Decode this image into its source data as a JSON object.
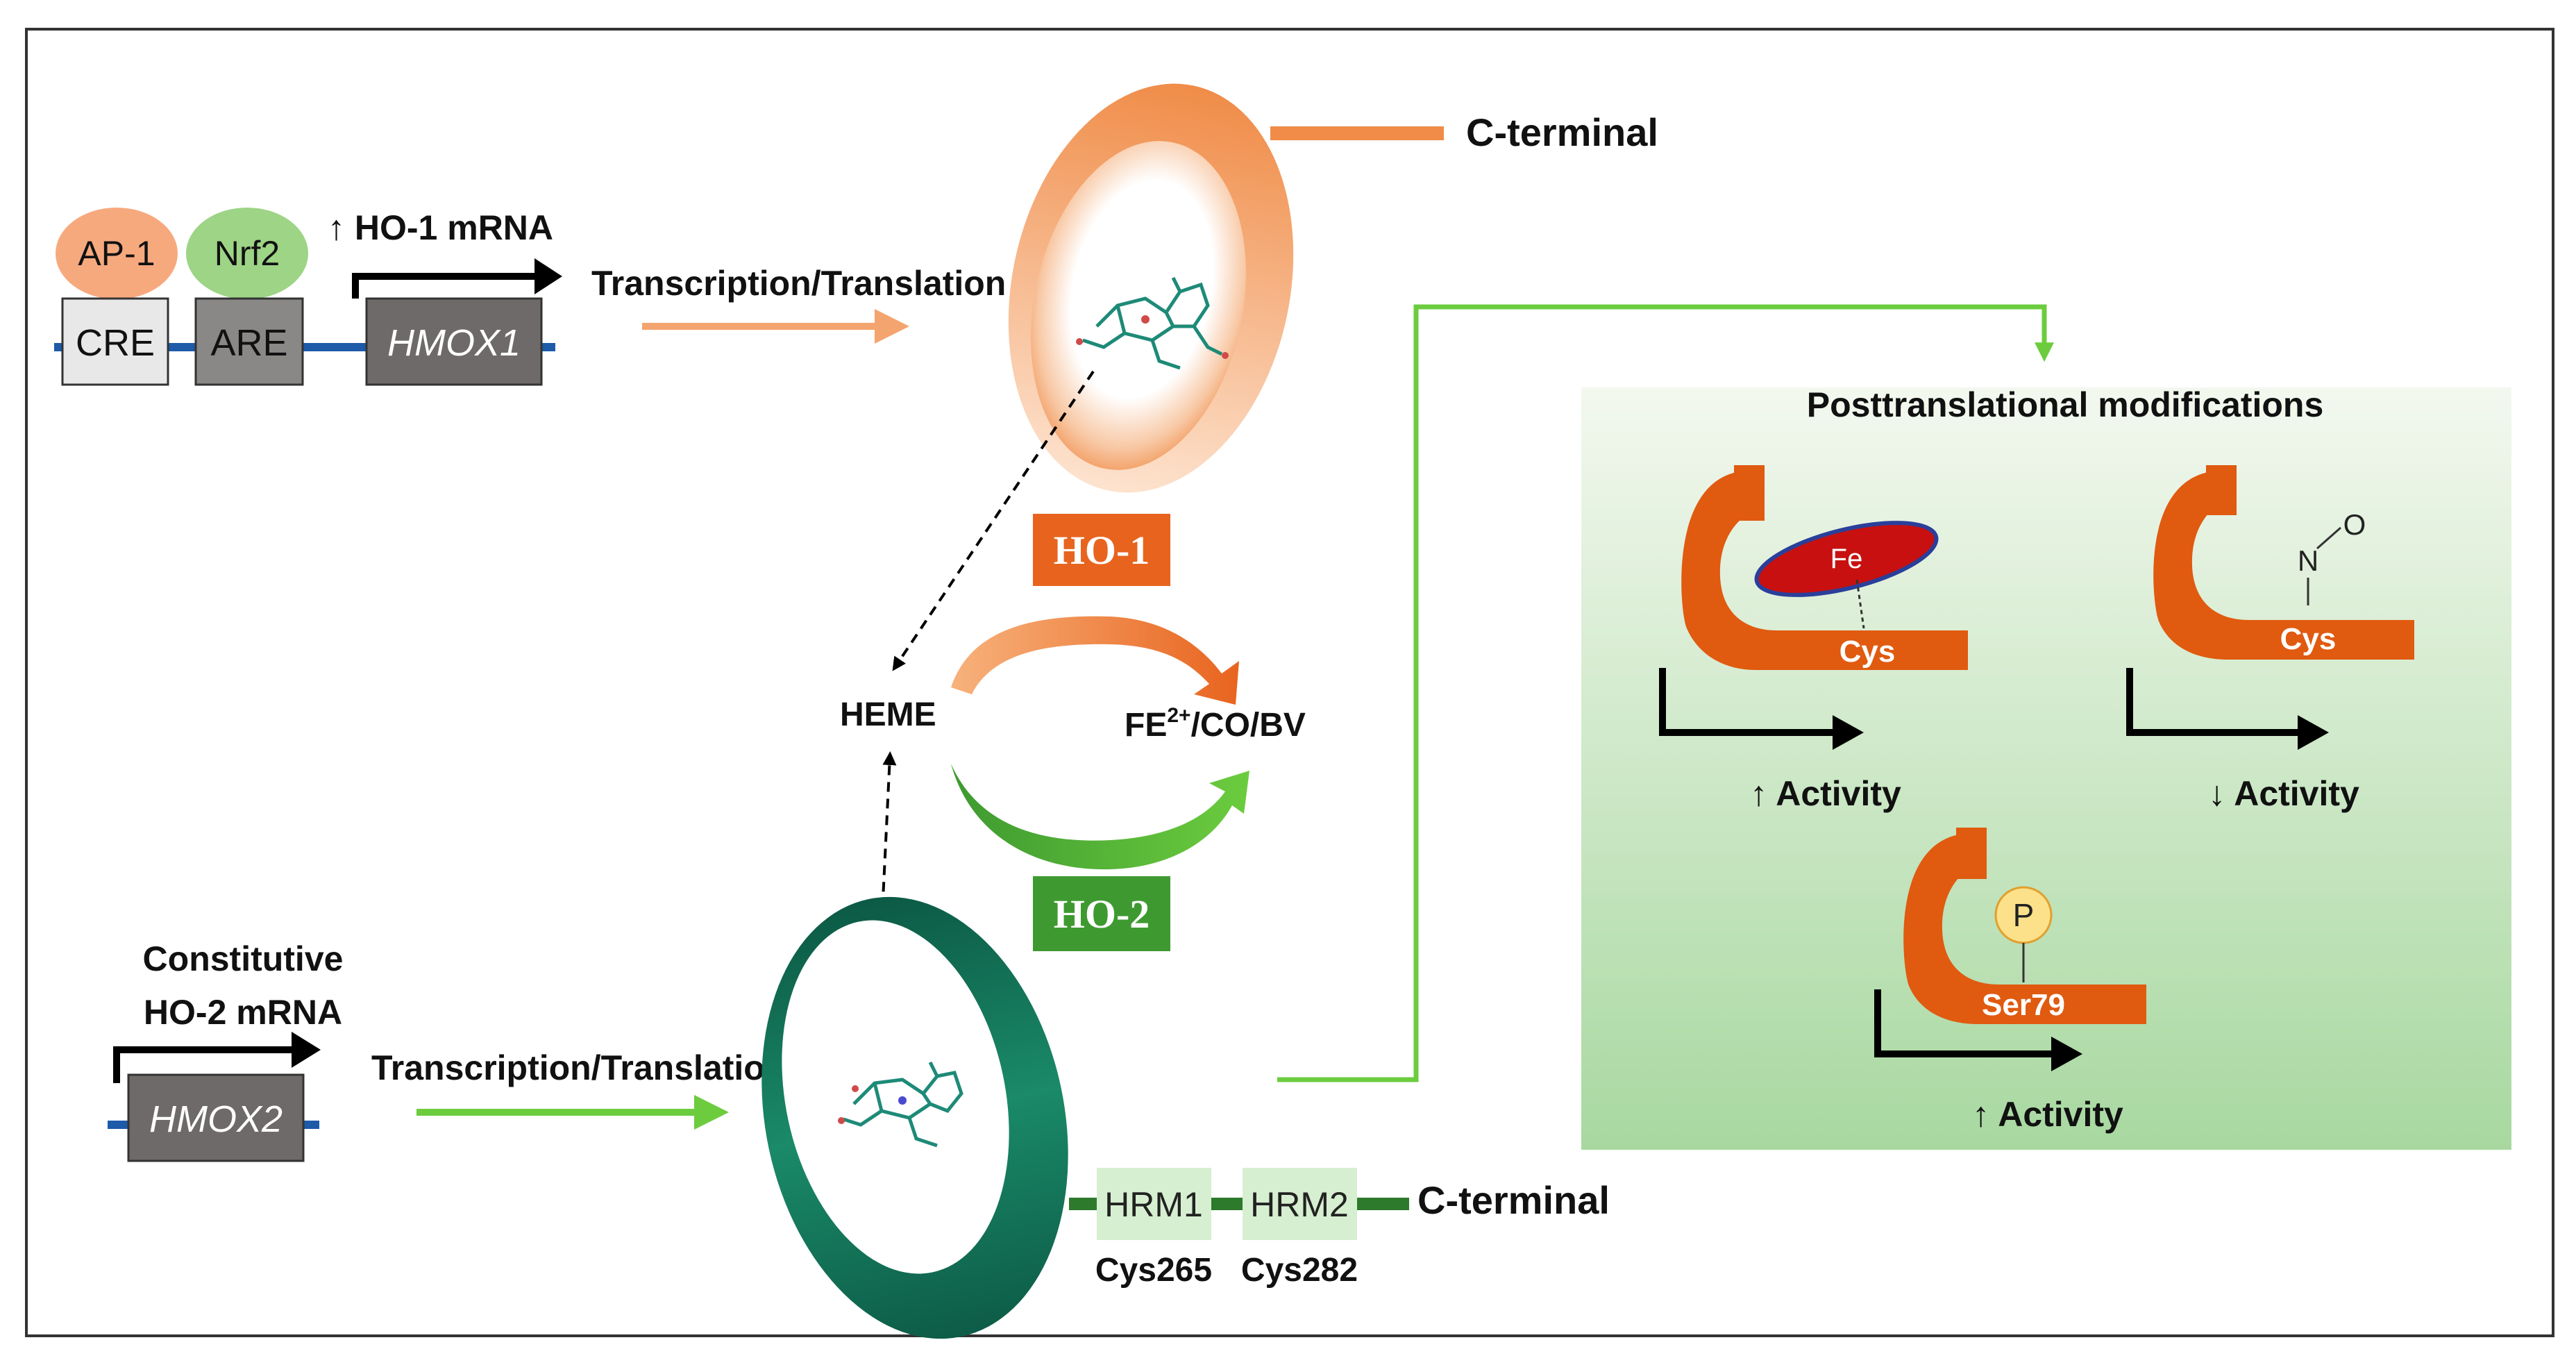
{
  "colors": {
    "orange": "#e8641e",
    "orange_light": "#f4a46e",
    "green_dark": "#0f6e55",
    "green_bright": "#6ccc3e",
    "green_label": "#3e9a30",
    "gene_box": "#6f6a6a",
    "ap1": "#f7a97e",
    "nrf2": "#9dd486",
    "fe_red": "#c81010",
    "phospho": "#fde08a",
    "dna_line": "#1d5aa8"
  },
  "ho1_gene": {
    "ap1": "AP-1",
    "nrf2": "Nrf2",
    "cre": "CRE",
    "are": "ARE",
    "gene": "HMOX1",
    "mrna": "↑ HO-1 mRNA",
    "process": "Transcription/Translation"
  },
  "ho2_gene": {
    "mrna_line1": "Constitutive",
    "mrna_line2": "HO-2 mRNA",
    "gene": "HMOX2",
    "process": "Transcription/Translation"
  },
  "ho1_protein": {
    "c_terminal": "C-terminal",
    "label": "HO-1"
  },
  "ho2_protein": {
    "label": "HO-2",
    "hrm1": "HRM1",
    "hrm2": "HRM2",
    "cys1": "Cys265",
    "cys2": "Cys282",
    "c_terminal": "C-terminal"
  },
  "reaction": {
    "substrate": "HEME",
    "product_prefix": "FE",
    "product_sup": "2+",
    "product_suffix": "/CO/BV"
  },
  "ptm": {
    "title": "Posttranslational modifications",
    "fe_label": "Fe",
    "cys_label_1": "Cys",
    "activity_1": "↑ Activity",
    "no_n": "N",
    "no_o": "O",
    "cys_label_2": "Cys",
    "activity_2": "↓ Activity",
    "p_label": "P",
    "ser_label": "Ser79",
    "activity_3": "↑ Activity"
  }
}
